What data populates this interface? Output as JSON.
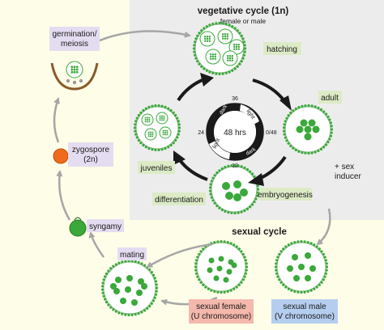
{
  "vegetative": {
    "title": "vegetative cycle (1n)",
    "subtitle": "female or male",
    "stages": {
      "hatching": "hatching",
      "adult": "adult",
      "embryogenesis": "embryogenesis",
      "differentiation": "differentiation",
      "juveniles": "juveniles"
    },
    "clock": {
      "center": "48 hrs",
      "tick_top": "36",
      "tick_right": "0/48",
      "tick_bottom": "12",
      "tick_left": "24",
      "seg_dark": "dark",
      "seg_light_top": "light",
      "seg_light_bottom": "light",
      "seg_dark_bottom": "dark"
    }
  },
  "sexual": {
    "title": "sexual cycle",
    "sex_inducer": "+ sex\ninducer",
    "female": "sexual female\n(U chromosome)",
    "male": "sexual male\n(V chromosome)",
    "mating": "mating",
    "syngamy": "syngamy",
    "zygospore": "zygospore\n(2n)",
    "germination": "germination/\nmeiosis"
  },
  "colors": {
    "yellow_bg": "#fdfde8",
    "gray_bg": "#ececec",
    "label_green": "#dcebc6",
    "female_box": "#f4b8ad",
    "male_box": "#b5cdef",
    "cell_green": "#3aa83a",
    "zygospore": "#ef6a1c",
    "arrow_gray": "#a6a6a6"
  }
}
